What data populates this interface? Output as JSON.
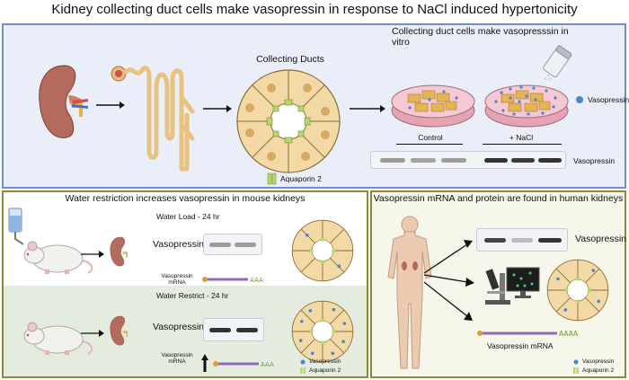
{
  "title": "Kidney collecting duct cells make vasopressin in response to NaCl induced hypertonicity",
  "top_panel": {
    "collecting_ducts_label": "Collecting Ducts",
    "aquaporin_legend": "Aquaporin 2",
    "in_vitro_title": "Collecting duct cells make vasopresssin in vitro",
    "control_label": "Control",
    "nacl_label": "+ NaCl",
    "vasopressin_legend": "Vasopressin",
    "blot_label": "Vasopressin"
  },
  "left_panel": {
    "title": "Water restriction increases vasopressin in mouse kidneys",
    "water_load_label": "Water Load - 24 hr",
    "water_restrict_label": "Water Restrict - 24 hr",
    "vasopressin_label_1": "Vasopressin",
    "vasopressin_label_2": "Vasopressin",
    "mrna_label_1": "Vasopressin\nmRNA",
    "mrna_label_2": "Vasopressin\nmRNA",
    "legend_vasopressin": "Vasopressin",
    "legend_aquaporin": "Aquaporin 2"
  },
  "right_panel": {
    "title": "Vasopressin mRNA and protein are found in human kidneys",
    "blot_label": "Vasopressin",
    "mrna_label": "Vasopressin mRNA",
    "legend_vasopressin": "Vasopressin",
    "legend_aquaporin": "Aquaporin 2"
  },
  "colors": {
    "top_border": "#6f8fc7",
    "bottom_border": "#8c8a3a",
    "vasopressin_dot": "#4a86c8",
    "aquaporin": "#b9d86a"
  }
}
